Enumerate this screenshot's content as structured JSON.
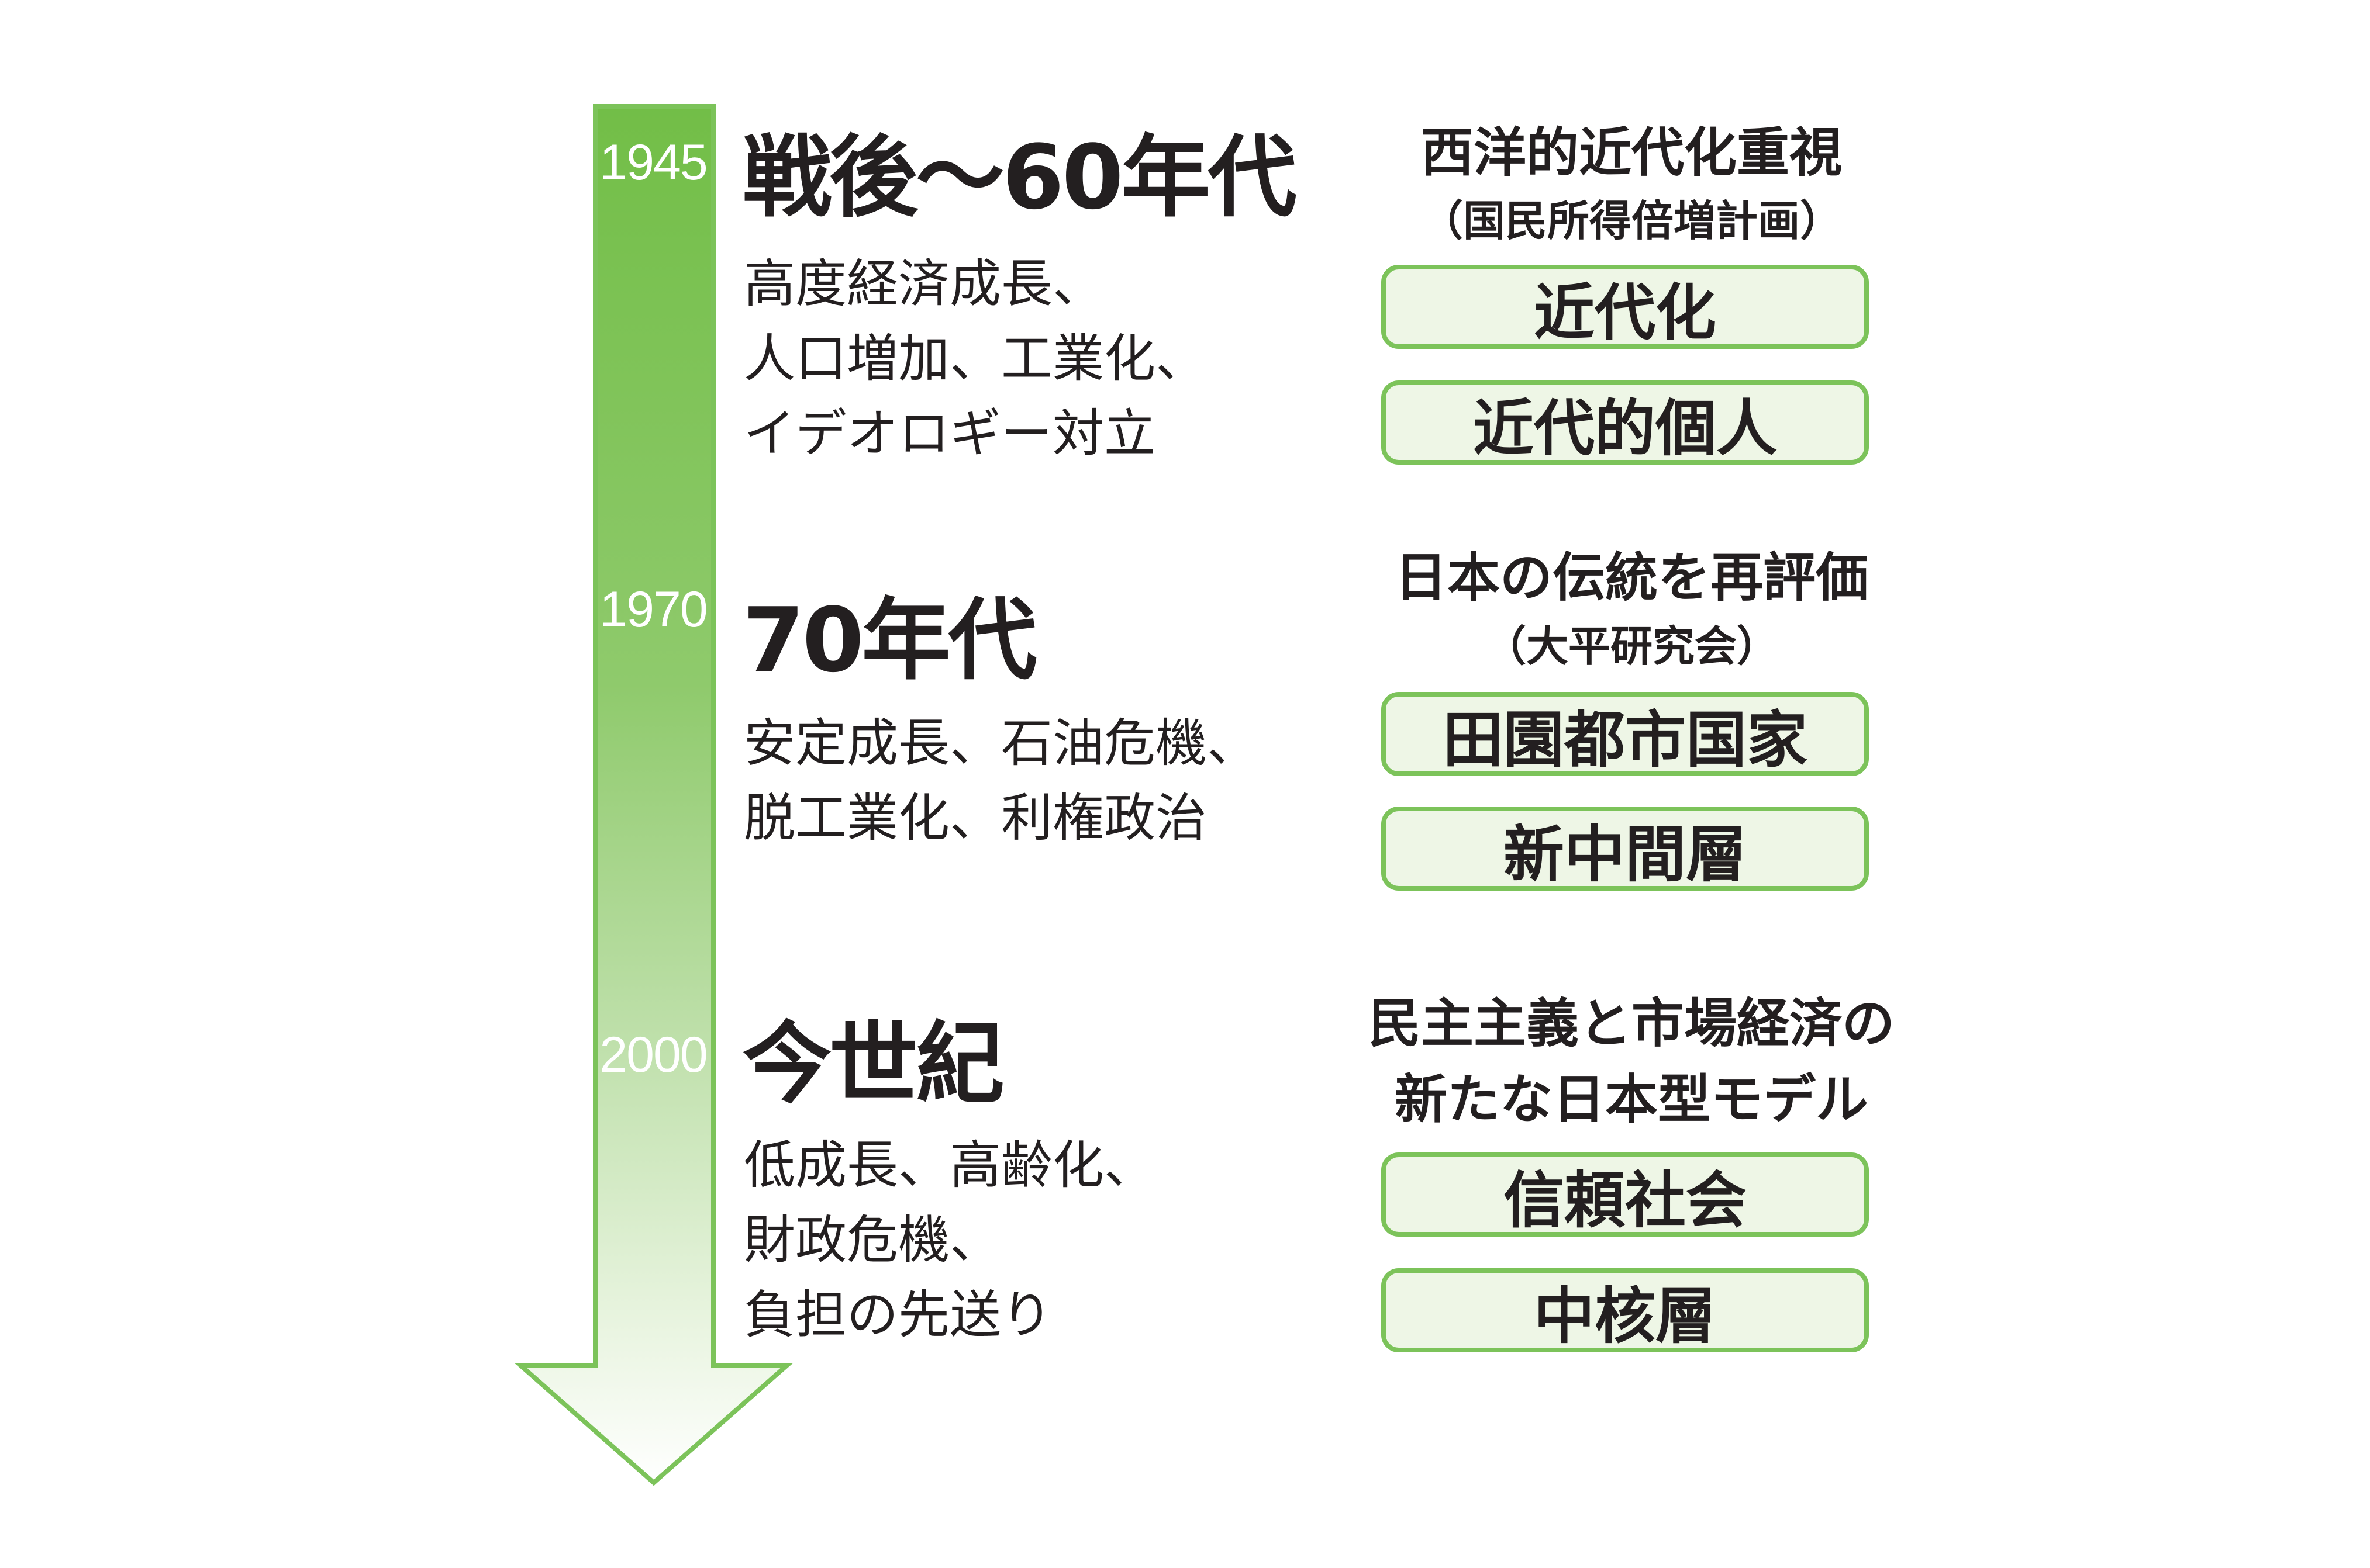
{
  "colors": {
    "arrow_top": "#72be47",
    "arrow_bottom": "#ffffff",
    "arrow_outline": "#7cc35a",
    "box_border": "#7cc35a",
    "box_fill": "#eef6e6",
    "text": "#231f20",
    "year_text": "#ffffff"
  },
  "eras": [
    {
      "year": "1945",
      "title": "戦後～60年代",
      "description": [
        "高度経済成長、",
        "人口増加、工業化、",
        "イデオロギー対立"
      ],
      "heading": [
        "西洋的近代化重視"
      ],
      "subheading": "（国民所得倍増計画）",
      "concepts": [
        "近代化",
        "近代的個人"
      ]
    },
    {
      "year": "1970",
      "title": "70年代",
      "description": [
        "安定成長、石油危機、",
        "脱工業化、利権政治"
      ],
      "heading": [
        "日本の伝統を再評価"
      ],
      "subheading": "（大平研究会）",
      "concepts": [
        "田園都市国家",
        "新中間層"
      ]
    },
    {
      "year": "2000",
      "title": "今世紀",
      "description": [
        "低成長、高齢化、",
        "財政危機、",
        "負担の先送り"
      ],
      "heading": [
        "民主主義と市場経済の",
        "新たな日本型モデル"
      ],
      "subheading": "",
      "concepts": [
        "信頼社会",
        "中核層"
      ]
    }
  ]
}
